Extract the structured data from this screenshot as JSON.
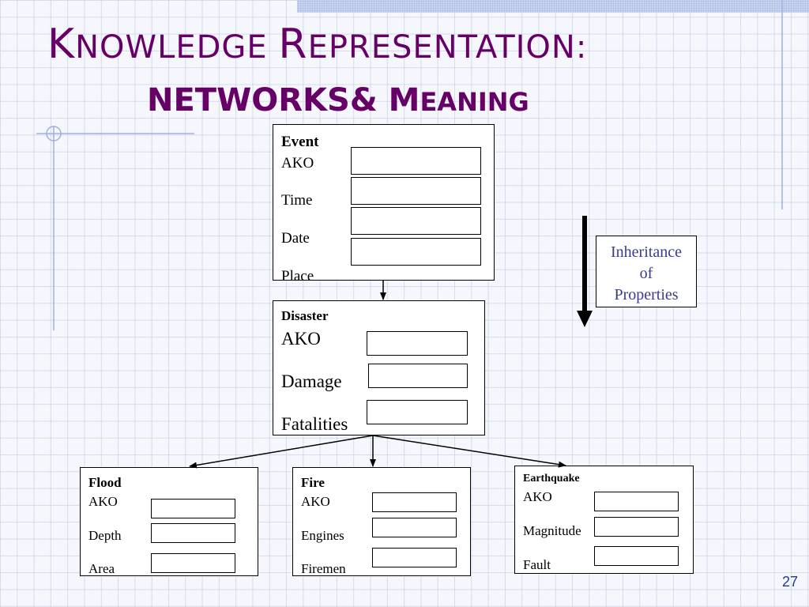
{
  "title": {
    "line1_cap1": "K",
    "line1_rest1": "NOWLEDGE ",
    "line1_cap2": "R",
    "line1_rest2": "EPRESENTATION:",
    "line2_main": "NETWORKS& ",
    "line2_cap": "M",
    "line2_rest": "EANING"
  },
  "frames": {
    "event": {
      "name": "Event",
      "slots": [
        "AKO",
        "Time",
        "Date",
        "Place"
      ]
    },
    "disaster": {
      "name": "Disaster",
      "slots": [
        "AKO",
        "Damage",
        "Fatalities"
      ]
    },
    "flood": {
      "name": "Flood",
      "slots": [
        "AKO",
        "Depth",
        "Area"
      ]
    },
    "fire": {
      "name": "Fire",
      "slots": [
        "AKO",
        "Engines",
        "Firemen"
      ]
    },
    "earthquake": {
      "name": "Earthquake",
      "slots": [
        "AKO",
        "Magnitude",
        "Fault"
      ]
    }
  },
  "inheritance_label": {
    "line1": "Inheritance",
    "line2": "of",
    "line3": "Properties"
  },
  "page_number": "27"
}
